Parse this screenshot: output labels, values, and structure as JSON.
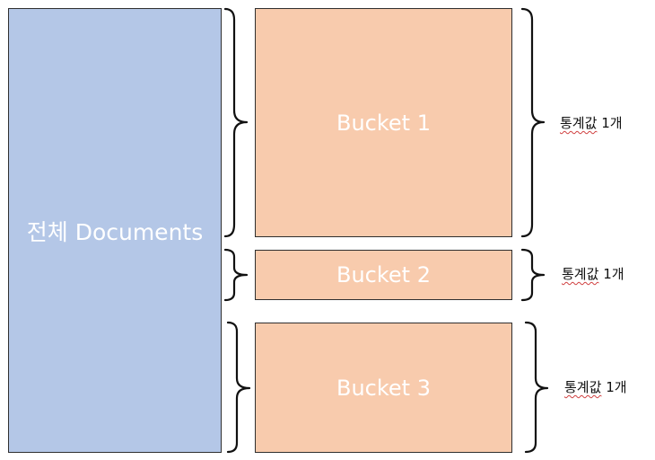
{
  "documents_box": {
    "label": "전체 Documents",
    "fill": "#b4c7e7"
  },
  "buckets": [
    {
      "label": "Bucket 1",
      "fill": "#f8cbad"
    },
    {
      "label": "Bucket 2",
      "fill": "#f8cbad"
    },
    {
      "label": "Bucket 3",
      "fill": "#f8cbad"
    }
  ],
  "stat_labels": [
    {
      "word": "통계값",
      "count": "1개"
    },
    {
      "word": "통계값",
      "count": "1개"
    },
    {
      "word": "통계값",
      "count": "1개"
    }
  ]
}
